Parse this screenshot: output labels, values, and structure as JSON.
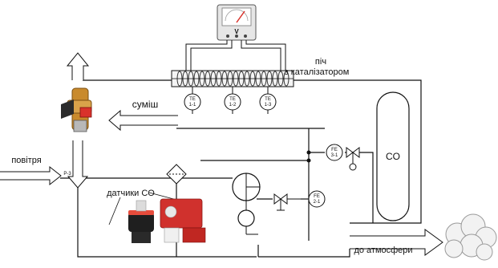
{
  "labels": {
    "furnace": "піч",
    "furnace_sub": "з каталізатором",
    "mixture": "суміш",
    "air": "повітря",
    "sensors": "датчики CO",
    "exhaust": "до атмосфери",
    "co": "CO",
    "p3": "P-3",
    "voltmeter_unit": "V"
  },
  "instruments": {
    "te_1_1": [
      "TE",
      "1-1"
    ],
    "te_1_2": [
      "TE",
      "1-2"
    ],
    "te_1_3": [
      "TE",
      "1-3"
    ],
    "fe_3_1": [
      "FE",
      "3-1"
    ],
    "fe_2_1": [
      "FE",
      "2-1"
    ]
  },
  "colors": {
    "line": "#111111",
    "sensor_red": "#d0312d",
    "valve_brass": "#c98a2c",
    "valve_red": "#d9322b",
    "voltmeter_body": "#e6e6e6"
  }
}
